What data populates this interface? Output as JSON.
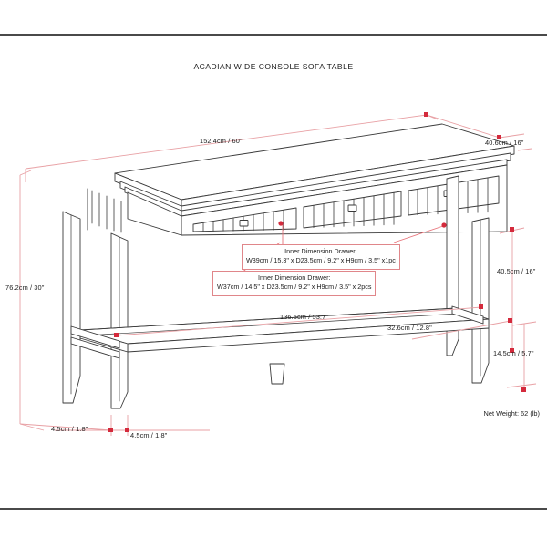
{
  "document": {
    "title": "ACADIAN WIDE CONSOLE SOFA TABLE",
    "net_weight": "Net Weight: 62 (lb)"
  },
  "colors": {
    "dimension_line": "#e8a0a4",
    "dimension_marker": "#d42a3c",
    "callout_leader": "#e8737a",
    "drawing_line": "#3a3a3a",
    "frame": "#4a4a4a"
  },
  "dimensions": {
    "top_width": "152.4cm / 60\"",
    "top_depth": "40.6cm / 16\"",
    "overall_height": "76.2cm / 30\"",
    "side_height": "40.5cm / 16\"",
    "shelf_width": "136.5cm / 53.7\"",
    "shelf_depth": "32.6cm / 12.8\"",
    "shelf_clearance": "14.5cm / 5.7\"",
    "leg_left": "4.5cm / 1.8\"",
    "leg_right": "4.5cm / 1.8\""
  },
  "callouts": [
    {
      "title": "Inner Dimension Drawer:",
      "spec": "W39cm / 15.3\" x D23.5cm / 9.2\" x H9cm / 3.5\" x1pc"
    },
    {
      "title": "Inner Dimension Drawer:",
      "spec": "W37cm / 14.5\" x D23.5cm / 9.2\" x H9cm / 3.5\" x 2pcs"
    }
  ],
  "product": {
    "drawer_count": 3,
    "shelf_count": 1,
    "leg_count": 4
  }
}
